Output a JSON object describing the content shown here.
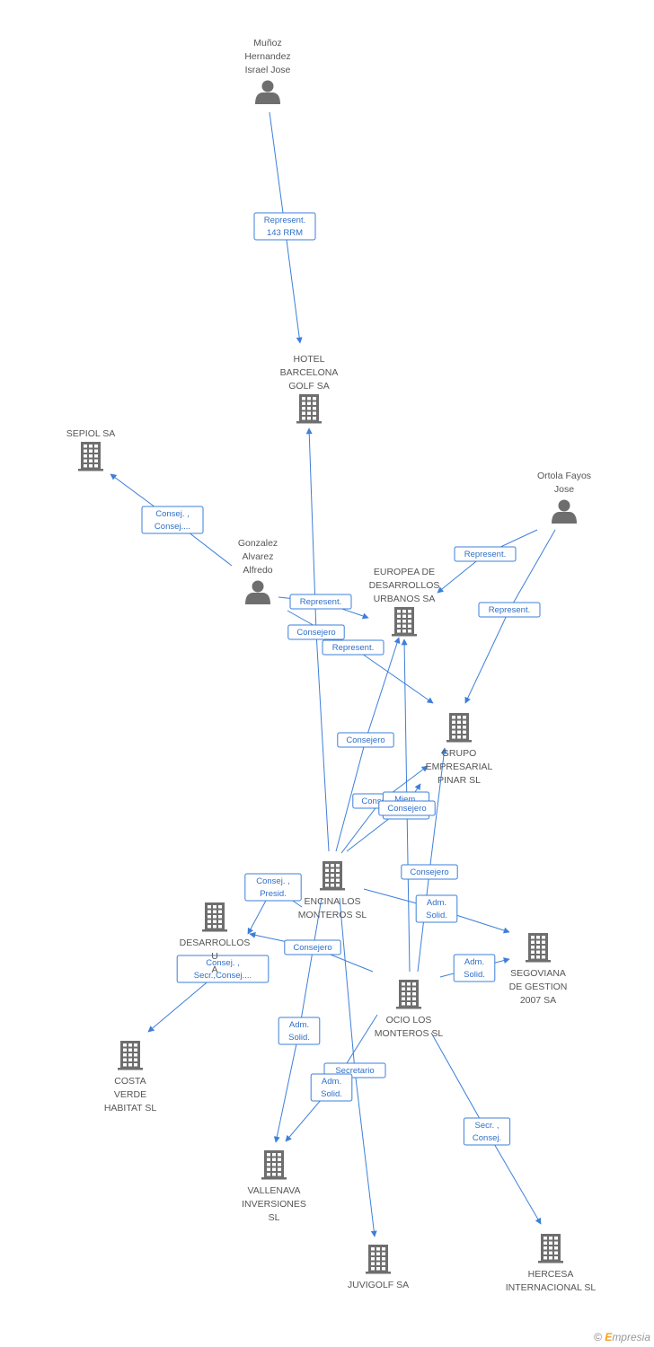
{
  "colors": {
    "edge": "#3d7fd9",
    "icon": "#6e6e6e",
    "label": "#555555"
  },
  "nodes": [
    {
      "id": "munoz",
      "type": "person",
      "icon": "person-icon",
      "label": [
        "Muñoz",
        "Hernandez",
        "Israel Jose"
      ]
    },
    {
      "id": "hotel",
      "type": "company",
      "icon": "building-icon",
      "label": [
        "HOTEL",
        "BARCELONA",
        "GOLF SA"
      ]
    },
    {
      "id": "sepiol",
      "type": "company",
      "icon": "building-icon",
      "label": [
        "SEPIOL SA"
      ]
    },
    {
      "id": "ortola",
      "type": "person",
      "icon": "person-icon",
      "label": [
        "Ortola Fayos",
        "Jose"
      ]
    },
    {
      "id": "gonzalez",
      "type": "person",
      "icon": "person-icon",
      "label": [
        "Gonzalez",
        "Alvarez",
        "Alfredo"
      ]
    },
    {
      "id": "europea",
      "type": "company",
      "icon": "building-icon",
      "label": [
        "EUROPEA DE",
        "DESARROLLOS",
        "URBANOS SA"
      ]
    },
    {
      "id": "grupo",
      "type": "company",
      "icon": "building-icon",
      "label": [
        "GRUPO",
        "EMPRESARIAL",
        "PINAR SL"
      ]
    },
    {
      "id": "encina",
      "type": "company",
      "icon": "building-icon",
      "label": [
        "ENCINA LOS",
        "MONTEROS SL"
      ]
    },
    {
      "id": "desarrollos",
      "type": "company",
      "icon": "building-icon",
      "label": [
        "DESARROLLOS",
        "U",
        "A"
      ]
    },
    {
      "id": "segoviana",
      "type": "company",
      "icon": "building-icon",
      "label": [
        "SEGOVIANA",
        "DE GESTION",
        "2007 SA"
      ]
    },
    {
      "id": "ocio",
      "type": "company",
      "icon": "building-icon",
      "label": [
        "OCIO LOS",
        "MONTEROS SL"
      ]
    },
    {
      "id": "costa",
      "type": "company",
      "icon": "building-icon",
      "label": [
        "COSTA",
        "VERDE",
        "HABITAT SL"
      ]
    },
    {
      "id": "vallenava",
      "type": "company",
      "icon": "building-icon",
      "label": [
        "VALLENAVA",
        "INVERSIONES",
        "SL"
      ]
    },
    {
      "id": "juvigolf",
      "type": "company",
      "icon": "building-icon",
      "label": [
        "JUVIGOLF SA"
      ]
    },
    {
      "id": "hercesa",
      "type": "company",
      "icon": "building-icon",
      "label": [
        "HERCESA",
        "INTERNACIONAL SL"
      ]
    }
  ],
  "edges": [
    {
      "from": "munoz",
      "to": "hotel",
      "label": [
        "Represent.",
        "143 RRM"
      ]
    },
    {
      "from": "gonzalez",
      "to": "sepiol",
      "label": [
        "Consej. ,",
        "Consej...."
      ]
    },
    {
      "from": "ortola",
      "to": "europea",
      "label": [
        "Represent."
      ]
    },
    {
      "from": "ortola",
      "to": "grupo",
      "label": [
        "Represent."
      ]
    },
    {
      "from": "gonzalez",
      "to": "europea",
      "label": [
        "Represent."
      ]
    },
    {
      "from": "gonzalez",
      "to": "grupo",
      "label": [
        "Represent."
      ]
    },
    {
      "from": "encina",
      "to": "hotel",
      "label": [
        "Consejero"
      ]
    },
    {
      "from": "encina",
      "to": "europea",
      "label": [
        "Consejero"
      ]
    },
    {
      "from": "encina",
      "to": "grupo",
      "label": [
        "Consejero"
      ]
    },
    {
      "from": "ocio",
      "to": "grupo",
      "label": [
        "Miem.",
        "Com...."
      ]
    },
    {
      "from": "ocio",
      "to": "europea",
      "label": [
        "Consejero"
      ]
    },
    {
      "from": "ocio",
      "to": "grupo",
      "label": [
        "Consejero"
      ]
    },
    {
      "from": "encina",
      "to": "desarrollos",
      "label": [
        "Consej. ,",
        "Presid."
      ]
    },
    {
      "from": "encina",
      "to": "segoviana",
      "label": [
        "Adm.",
        "Solid."
      ]
    },
    {
      "from": "ocio",
      "to": "desarrollos",
      "label": [
        "Consejero"
      ]
    },
    {
      "from": "ocio",
      "to": "segoviana",
      "label": [
        "Adm.",
        "Solid."
      ]
    },
    {
      "from": "desarrollos",
      "to": "costa",
      "label": [
        "Consej. ,",
        "Secr.,Consej...."
      ]
    },
    {
      "from": "encina",
      "to": "vallenava",
      "label": [
        "Adm.",
        "Solid."
      ]
    },
    {
      "from": "encina",
      "to": "juvigolf",
      "label": [
        "Secretario"
      ]
    },
    {
      "from": "ocio",
      "to": "vallenava",
      "label": [
        "Adm.",
        "Solid."
      ]
    },
    {
      "from": "ocio",
      "to": "hercesa",
      "label": [
        "Secr. ,",
        "Consej."
      ]
    }
  ],
  "watermark": {
    "symbol": "©",
    "brand_initial": "E",
    "brand_rest": "mpresia"
  }
}
